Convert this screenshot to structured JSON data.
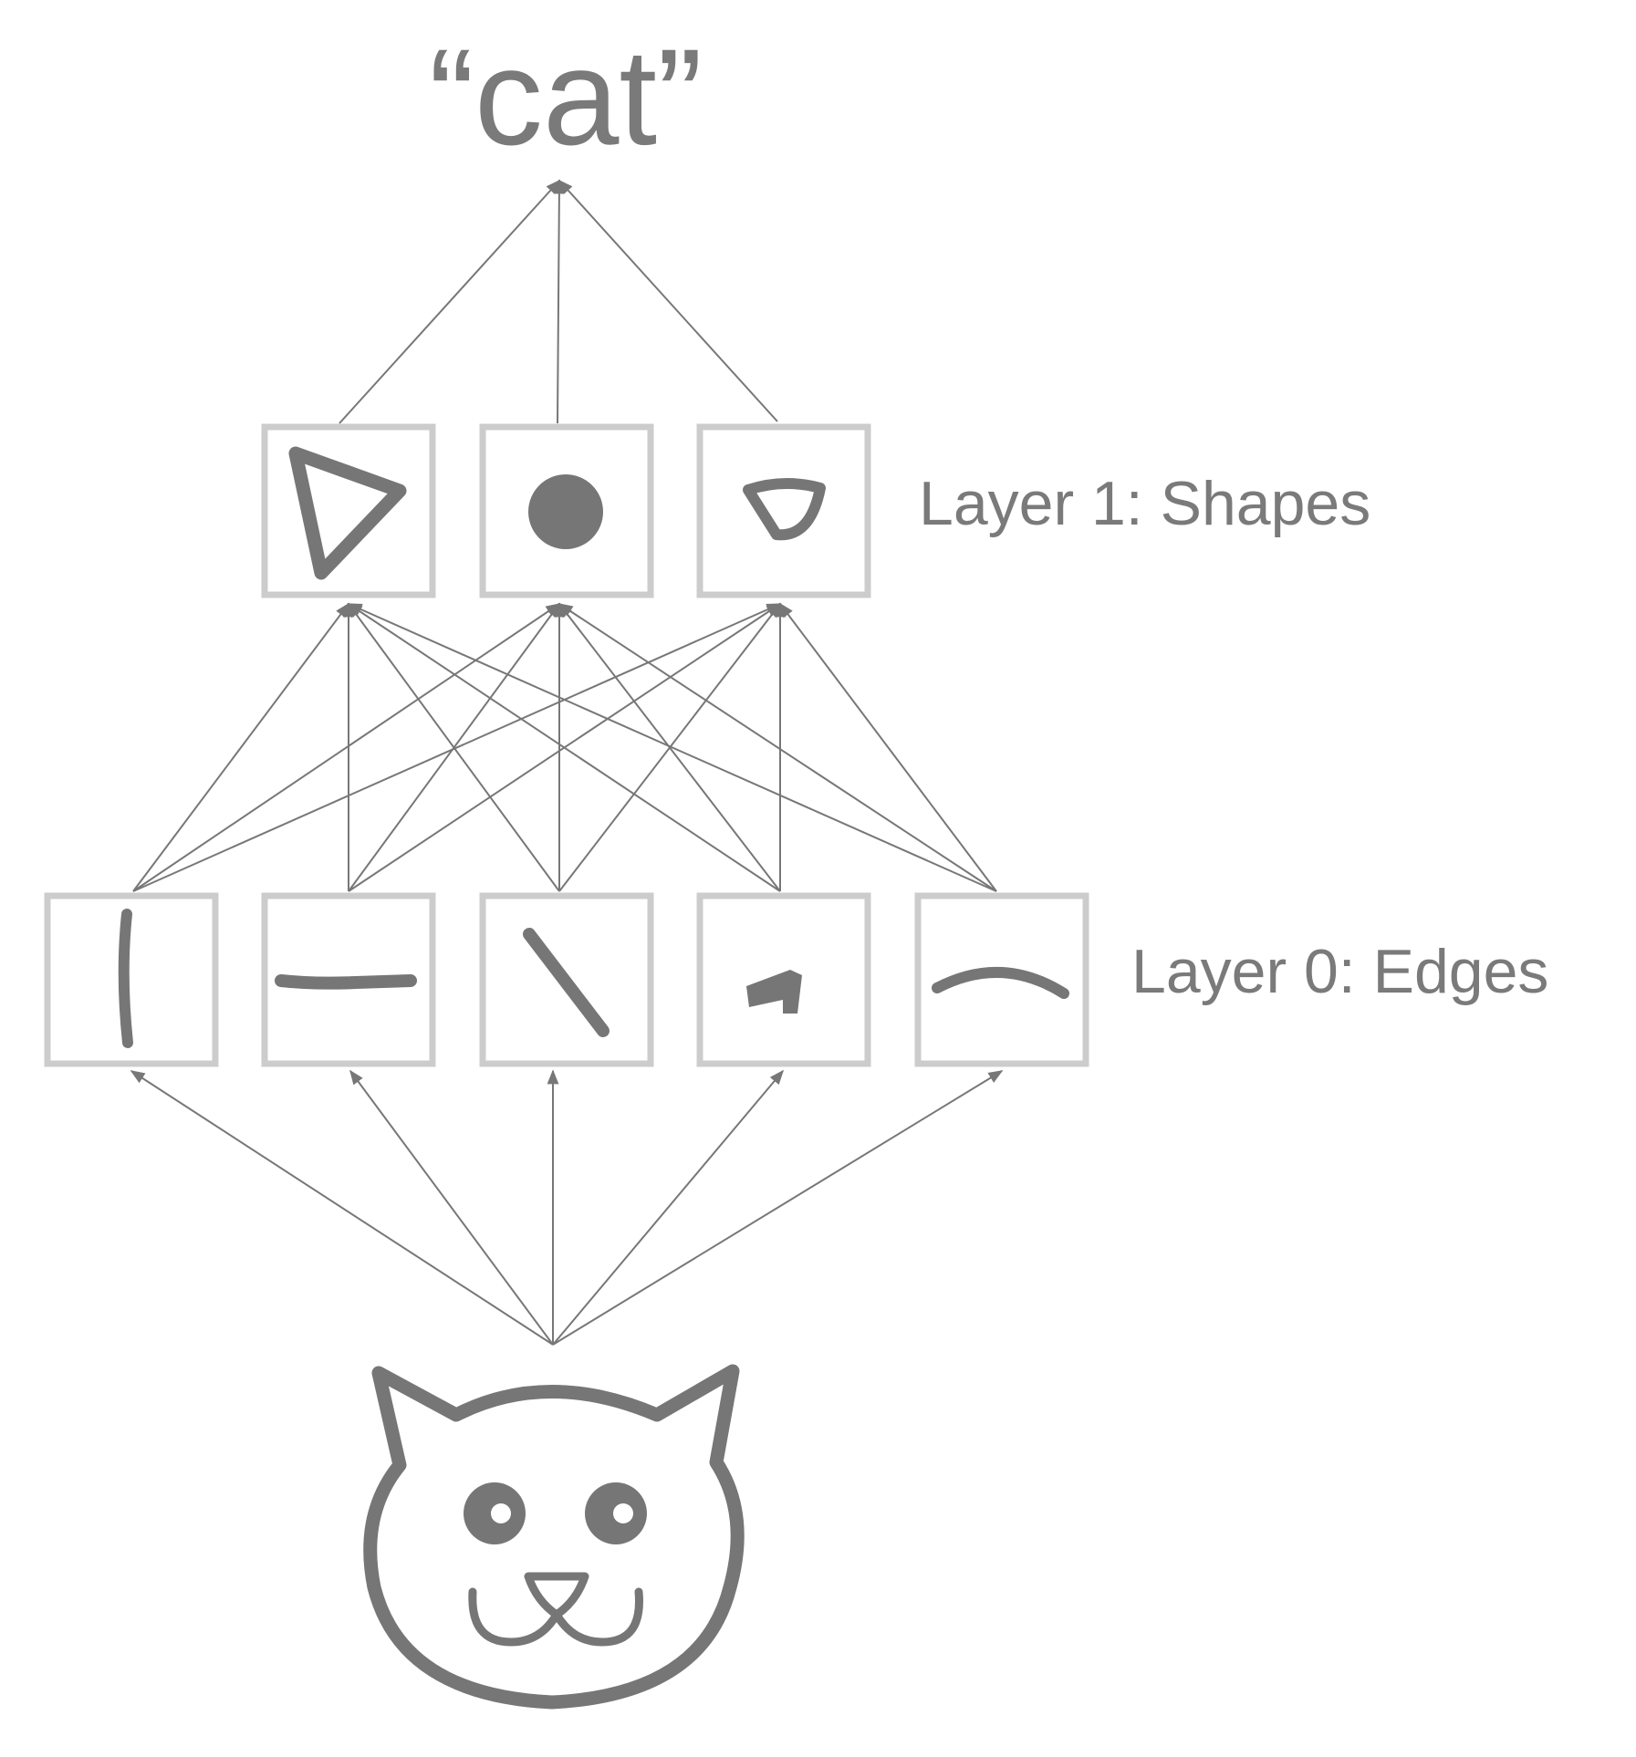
{
  "output_label": "“cat”",
  "layer1": {
    "label": "Layer 1: Shapes",
    "icons": [
      "triangle-icon",
      "filled-circle-icon",
      "inverted-triangle-icon"
    ]
  },
  "layer0": {
    "label": "Layer 0: Edges",
    "icons": [
      "vertical-edge-icon",
      "horizontal-edge-icon",
      "diagonal-edge-icon",
      "corner-edge-icon",
      "curved-edge-icon"
    ]
  },
  "input": {
    "icon": "cat-face-icon"
  },
  "colors": {
    "stroke": "#767676",
    "box_border": "#cccccc",
    "text": "#7a7a7a"
  }
}
